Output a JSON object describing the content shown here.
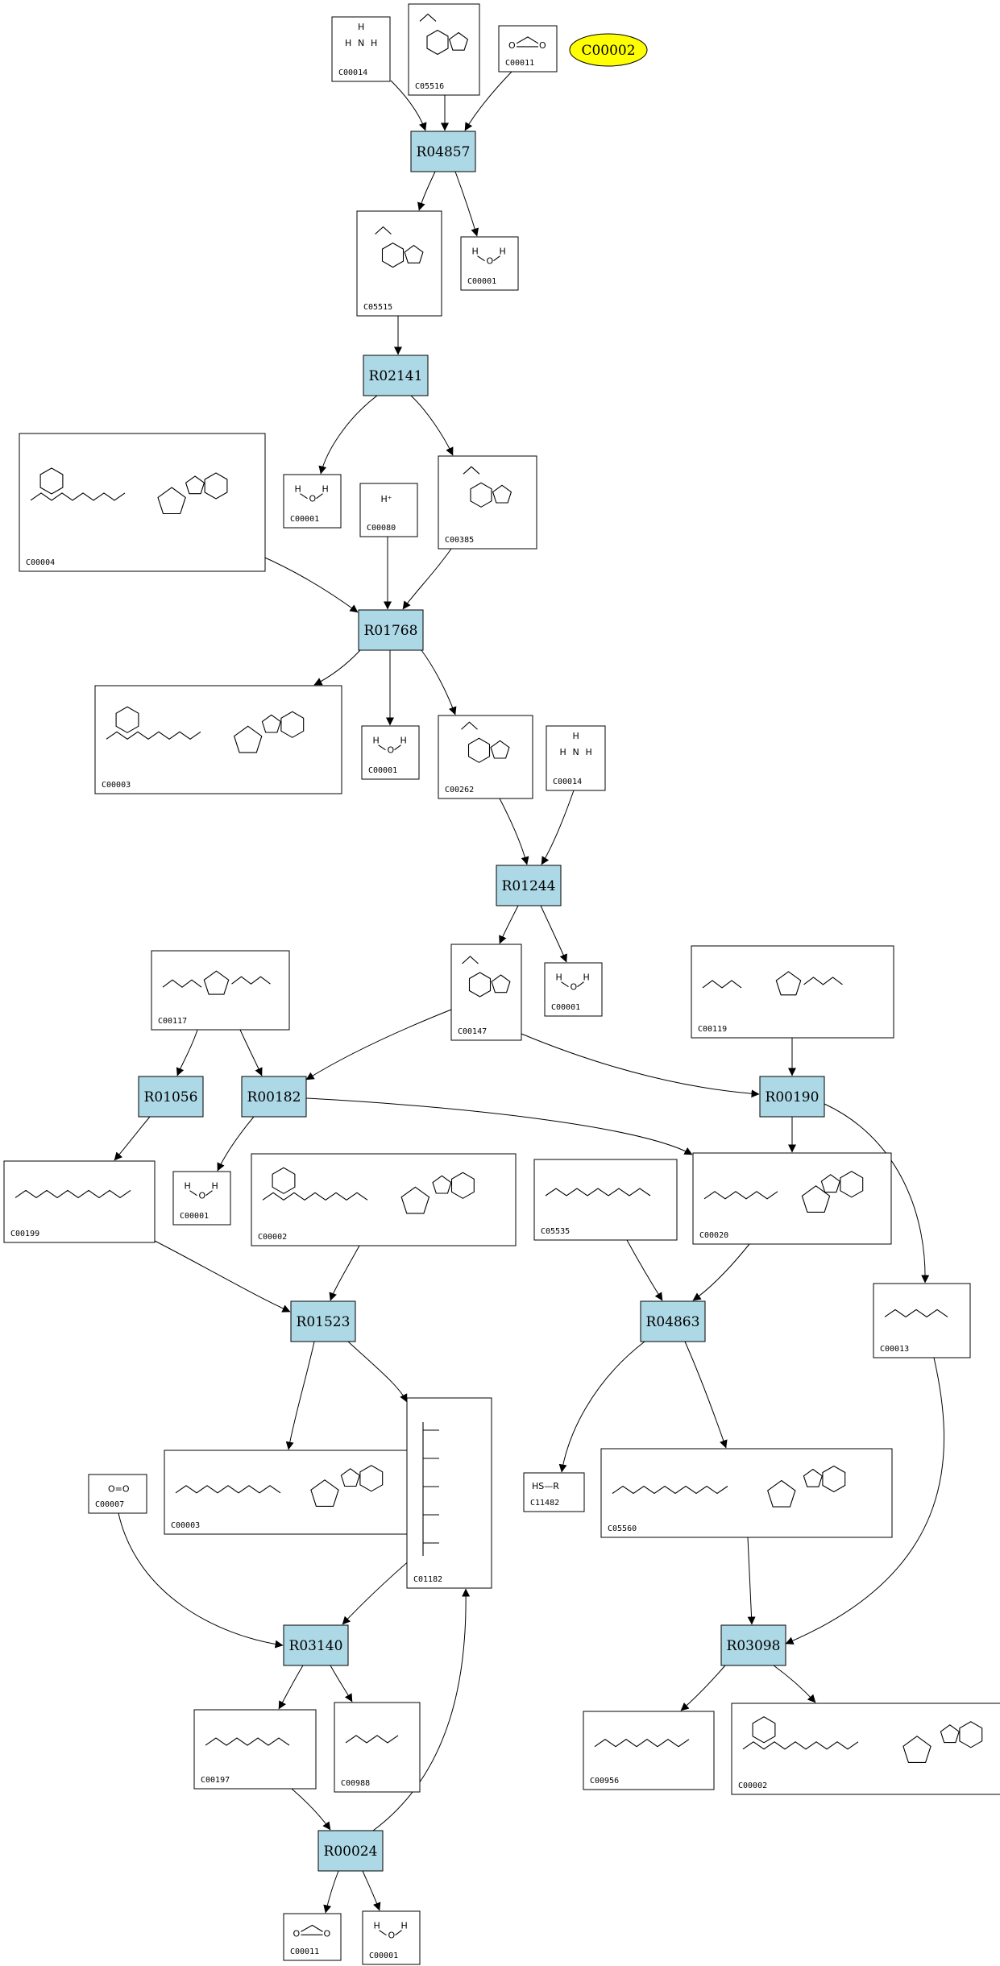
{
  "highlight": {
    "id": "C00002",
    "color": "#ffff00"
  },
  "colors": {
    "reaction_fill": "#add8e6",
    "compound_fill": "#ffffff",
    "edge": "#000000"
  },
  "reactions": [
    "R04857",
    "R02141",
    "R01768",
    "R01244",
    "R01056",
    "R00182",
    "R00190",
    "R01523",
    "R04863",
    "R03140",
    "R03098",
    "R00024"
  ],
  "compounds": {
    "n1": {
      "id": "C00014",
      "mol": "nh3"
    },
    "n2": {
      "id": "C05516",
      "mol": "ring"
    },
    "n3": {
      "id": "C00011",
      "mol": "co2"
    },
    "n4": {
      "id": "C05515",
      "mol": "ring"
    },
    "n5": {
      "id": "C00001",
      "mol": "h2o"
    },
    "n6": {
      "id": "C00001",
      "mol": "h2o"
    },
    "n7": {
      "id": "C00080",
      "mol": "h+"
    },
    "n8": {
      "id": "C00385",
      "mol": "ring"
    },
    "n9": {
      "id": "C00004",
      "mol": "big"
    },
    "n10": {
      "id": "C00003",
      "mol": "big"
    },
    "n11": {
      "id": "C00001",
      "mol": "h2o"
    },
    "n12": {
      "id": "C00262",
      "mol": "ring"
    },
    "n13": {
      "id": "C00014",
      "mol": "nh3"
    },
    "n14": {
      "id": "C00147",
      "mol": "ring"
    },
    "n15": {
      "id": "C00001",
      "mol": "h2o"
    },
    "n16": {
      "id": "C00117",
      "mol": "sugar"
    },
    "n17": {
      "id": "C00119",
      "mol": "sugar"
    },
    "n18": {
      "id": "C00199",
      "mol": "chain"
    },
    "n19": {
      "id": "C00001",
      "mol": "h2o"
    },
    "n20": {
      "id": "C00002",
      "mol": "big"
    },
    "n21": {
      "id": "C05535",
      "mol": "chain"
    },
    "n22": {
      "id": "C00020",
      "mol": "nuc"
    },
    "n23": {
      "id": "C00013",
      "mol": "ppi"
    },
    "n24": {
      "id": "C00003",
      "mol": "nuc"
    },
    "n25": {
      "id": "C01182",
      "mol": "chainv"
    },
    "n26": {
      "id": "C00007",
      "mol": "o2"
    },
    "n27": {
      "id": "C11482",
      "mol": "hsr"
    },
    "n28": {
      "id": "C05560",
      "mol": "nuc"
    },
    "n29": {
      "id": "C00197",
      "mol": "chain"
    },
    "n30": {
      "id": "C00988",
      "mol": "chain"
    },
    "n31": {
      "id": "C00956",
      "mol": "chain"
    },
    "n32": {
      "id": "C00002",
      "mol": "big"
    },
    "n33": {
      "id": "C00011",
      "mol": "co2"
    },
    "n34": {
      "id": "C00001",
      "mol": "h2o"
    }
  },
  "chem": {
    "h2o_h": "H",
    "h2o_o": "O",
    "nh3_h": "H",
    "nh3_n": "N",
    "co2_o": "O",
    "co2_c": "C",
    "o2": "O=O",
    "h_plus": "H⁺",
    "hsr": "HS—R"
  }
}
